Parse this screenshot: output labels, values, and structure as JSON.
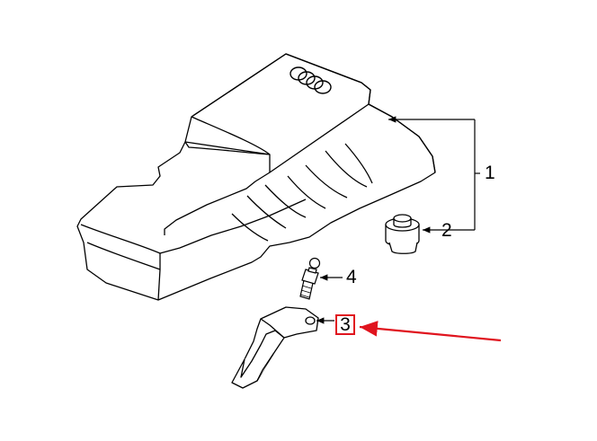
{
  "callouts": [
    {
      "id": "1",
      "text": "1"
    },
    {
      "id": "2",
      "text": "2"
    },
    {
      "id": "3",
      "text": "3",
      "highlighted": true
    },
    {
      "id": "4",
      "text": "4"
    }
  ],
  "colors": {
    "line": "#000000",
    "highlight": "#e0141e",
    "background": "#ffffff"
  },
  "icons": [
    "four-rings-logo-icon"
  ]
}
